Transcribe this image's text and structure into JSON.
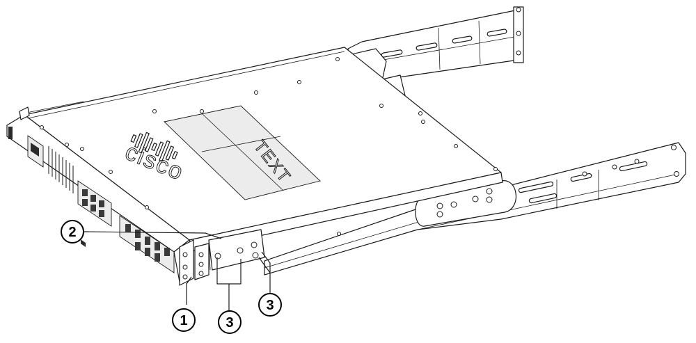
{
  "figure": {
    "logo_wordmark": "cisco",
    "label_area_text": "TEXT",
    "callouts": [
      {
        "number": "1"
      },
      {
        "number": "2"
      },
      {
        "number": "3"
      },
      {
        "number": "3"
      }
    ]
  }
}
